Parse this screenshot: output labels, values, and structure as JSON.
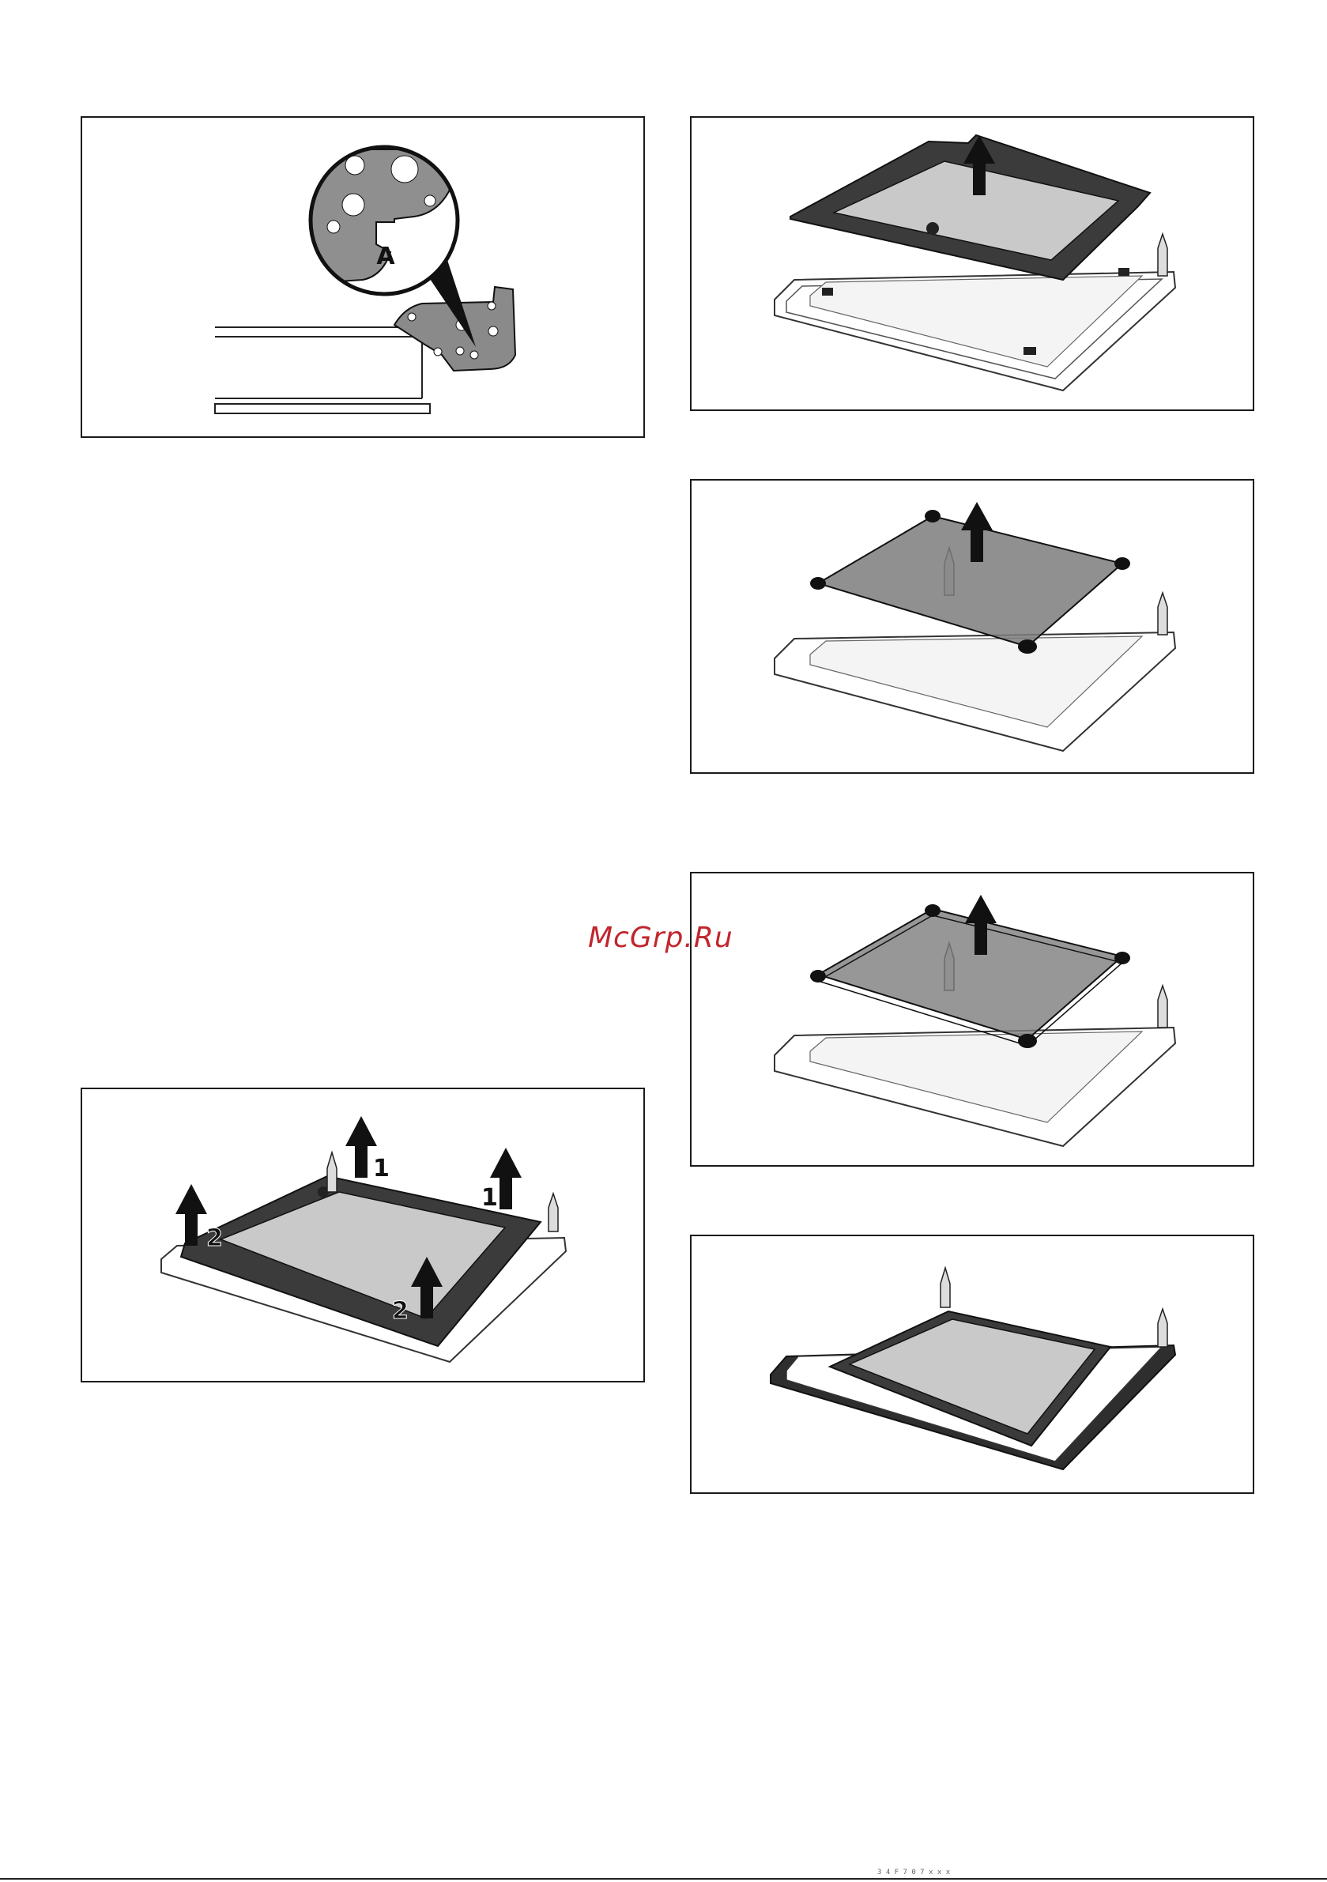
{
  "figures": {
    "hinge_detail": {
      "callout_label": "A"
    },
    "lift_clips": {
      "arrow_labels": [
        "1",
        "1",
        "2",
        "2"
      ]
    }
  },
  "watermark": {
    "text": "McGrp.Ru",
    "color": "#c0272d"
  },
  "footer": {
    "code": "3 4 F 7 0 7 x x x"
  },
  "colors": {
    "frame": "#3b3b3b",
    "glass": "#7d7d7d",
    "glass_light": "#c9c9c9",
    "line": "#1a1a1a"
  },
  "icons": [
    "arrow-up-icon"
  ]
}
